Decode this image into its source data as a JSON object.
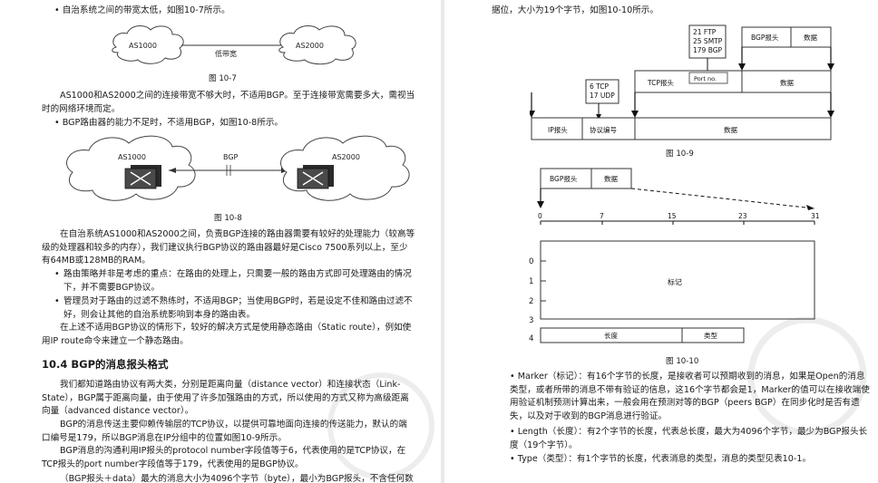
{
  "left": {
    "bullet1": "• 自治系统之间的带宽太低，如图10-7所示。",
    "fig7": {
      "as1": "AS1000",
      "as2": "AS2000",
      "link": "低带宽",
      "caption": "图   10-7"
    },
    "para1": "AS1000和AS2000之间的连接带宽不够大时，不适用BGP。至于连接带宽需要多大，需视当时的网络环境而定。",
    "bullet2": "• BGP路由器的能力不足时，不适用BGP，如图10-8所示。",
    "fig8": {
      "as1": "AS1000",
      "as2": "AS2000",
      "link": "BGP",
      "caption": "图   10-8"
    },
    "para2": "在自治系统AS1000和AS2000之间，负责BGP连接的路由器需要有较好的处理能力（较高等级的处理器和较多的内存），我们建议执行BGP协议的路由器最好是Cisco 7500系列以上，至少有64MB或128MB的RAM。",
    "bullet3": "路由策略并非是考虑的重点：在路由的处理上，只需要一般的路由方式即可处理路由的情况下，并不需要BGP协议。",
    "bullet4": "管理员对于路由的过滤不熟练时，不适用BGP；当使用BGP时，若是设定不佳和路由过滤不好，则会让其他的自治系统影响到本身的路由表。",
    "para3": "在上述不适用BGP协议的情形下，较好的解决方式是使用静态路由（Static route），例如使用IP route命令来建立一个静态路由。",
    "section_title": "10.4   BGP的消息报头格式",
    "para4": "我们都知道路由协议有两大类，分别是距离向量（distance vector）和连接状态（Link-State），BGP属于距离向量，由于使用了许多加强路由的方式，所以使用的方式又称为高级距离向量（advanced distance vector）。",
    "para5": "BGP的消息传送主要仰赖传输层的TCP协议，以提供可靠地面向连接的传送能力，默认的端口编号是179，所以BGP消息在IP分组中的位置如图10-9所示。",
    "para6": "BGP消息的沟通利用IP报头的protocol number字段值等于6，代表使用的是TCP协议，在TCP报头的port number字段值等于179，代表使用的是BGP协议。",
    "para7": "（BGP报头＋data）最大的消息大小为4096个字节（byte），最小为BGP报头，不含任何数"
  },
  "right": {
    "top_line": "据位，大小为19个字节，如图10-10所示。",
    "fig9": {
      "port_list": [
        "21 FTP",
        "25 SMTP",
        "179 BGP"
      ],
      "proto_list": [
        "6 TCP",
        "17 UDP"
      ],
      "bgp_header": "BGP报头",
      "bgp_data": "数据",
      "tcp_header": "TCP报头",
      "port_no": "Port no.",
      "tcp_data": "数据",
      "ip_header": "IP报头",
      "proto_field": "协议编号",
      "ip_data": "数据",
      "caption": "图   10-9"
    },
    "fig10": {
      "bgp_header": "BGP报头",
      "bgp_data": "数据",
      "bits": [
        "0",
        "7",
        "15",
        "23",
        "31"
      ],
      "rows": [
        "0",
        "1",
        "2",
        "3",
        "4"
      ],
      "marker": "标记",
      "length": "长度",
      "type": "类型",
      "caption": "图   10-10"
    },
    "desc_marker": "• Marker（标记）：有16个字节的长度，是接收者可以预期收到的消息，如果是Open的消息类型，或者所带的消息不带有验证的信息，这16个字节都会是1，Marker的值可以在接收端使用验证机制预测计算出来，一般会用在预测对等的BGP（peers BGP）在同步化时是否有遗失，以及对于收到的BGP消息进行验证。",
    "desc_length": "• Length（长度）：有2个字节的长度，代表总长度，最大为4096个字节，最少为BGP报头长度（19个字节）。",
    "desc_type": "• Type（类型）：有1个字节的长度，代表消息的类型，消息的类型见表10-1。"
  }
}
